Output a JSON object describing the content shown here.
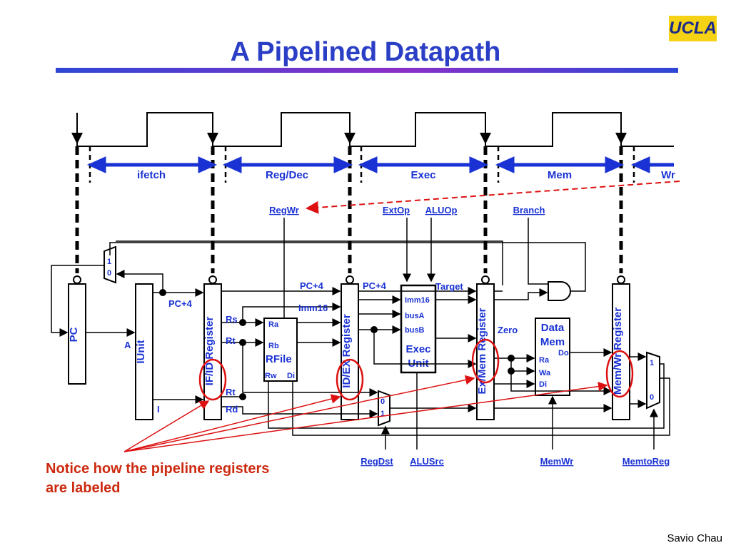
{
  "slide": {
    "title": "A Pipelined Datapath",
    "logo": "UCLA",
    "notice_line1": "Notice how the pipeline registers",
    "notice_line2": "are labeled",
    "author": "Savio Chau"
  },
  "stages": [
    "ifetch",
    "Reg/Dec",
    "Exec",
    "Mem",
    "Wr"
  ],
  "control_signals": {
    "top": [
      "RegWr",
      "ExtOp",
      "ALUOp",
      "Branch"
    ],
    "bottom": [
      "RegDst",
      "ALUSrc",
      "MemWr",
      "MemtoReg"
    ]
  },
  "pipeline_registers": [
    "IF/ID Register",
    "ID/EX Register",
    "Ex/Mem Register",
    "Mem/Wr Register"
  ],
  "blocks": {
    "pc": "PC",
    "iunit": "IUnit",
    "rfile": {
      "name": "RFile",
      "ports": [
        "Ra",
        "Rb",
        "Rw",
        "Di"
      ]
    },
    "exec": {
      "name1": "Exec",
      "name2": "Unit",
      "ports": [
        "Imm16",
        "busA",
        "busB"
      ]
    },
    "datamem": {
      "name1": "Data",
      "name2": "Mem",
      "ports": [
        "Ra",
        "Wa",
        "Di",
        "Do"
      ]
    }
  },
  "signal_labels": [
    "PC+4",
    "PC+4",
    "PC+4",
    "Imm16",
    "Target",
    "Zero",
    "Rs",
    "Rt",
    "Rt",
    "Rd",
    "A",
    "I"
  ],
  "mux_inputs": [
    "1",
    "0",
    "0",
    "1",
    "1",
    "0"
  ],
  "colors": {
    "title": "#2b3fc6",
    "accent": "#1a32d4",
    "highlight": "#dd1111",
    "notice": "#cc2a10",
    "logo_bg": "#f5d214"
  }
}
